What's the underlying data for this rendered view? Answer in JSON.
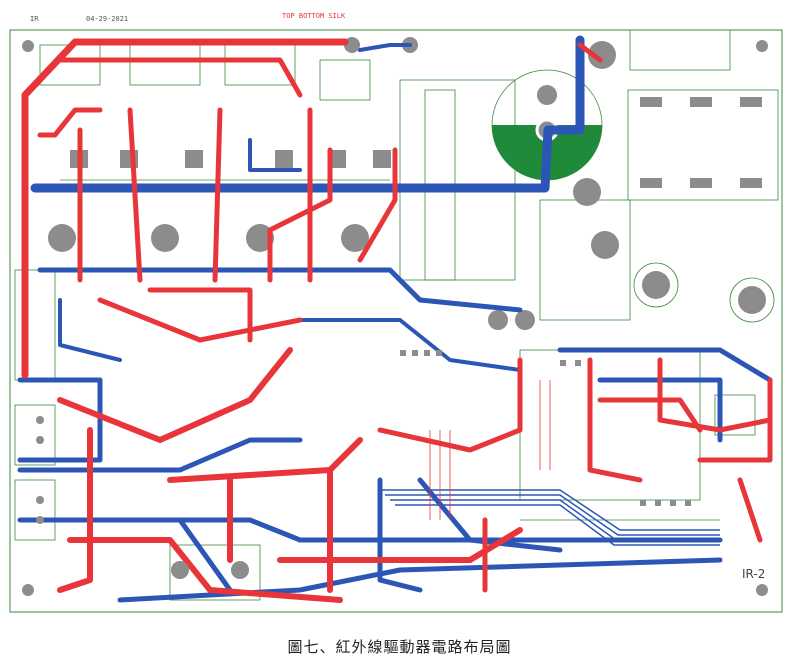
{
  "header": {
    "left_label": "IR",
    "date": "04-29-2021",
    "layer_label": "TOP BOTTOM SILK"
  },
  "board": {
    "board_label": "IR-2"
  },
  "caption": "圖七、紅外線驅動器電路布局圖",
  "colors": {
    "top_copper": "#e8353a",
    "bottom_copper": "#2c56b6",
    "silkscreen": "#3d8a3d",
    "ground_fill": "#1f8a3a",
    "pad": "#8c8c8c"
  }
}
